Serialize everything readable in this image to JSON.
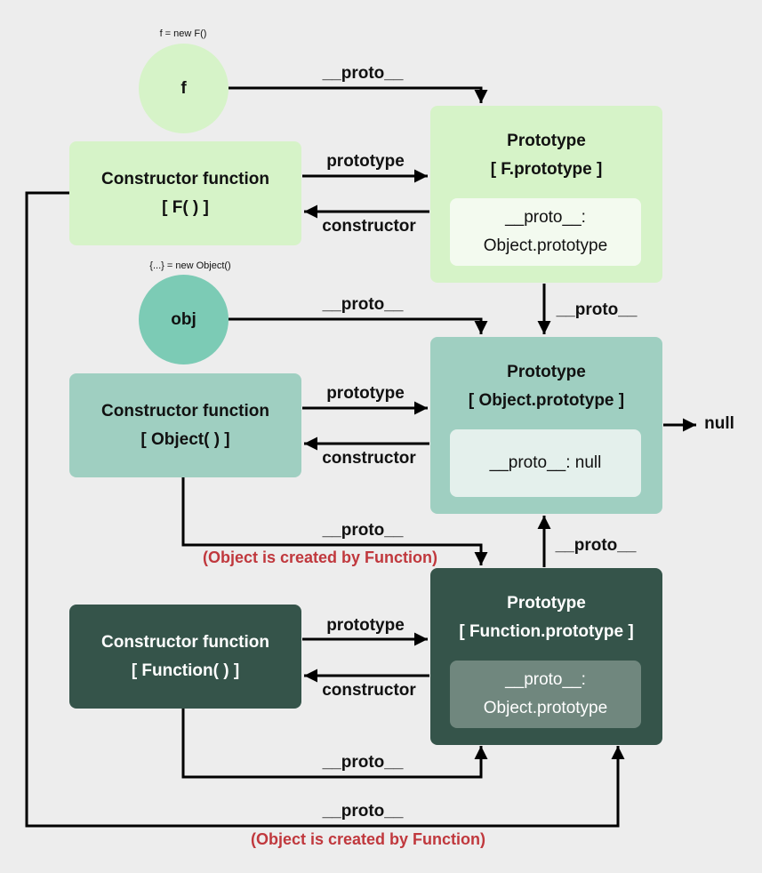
{
  "colors": {
    "background": "#ededed",
    "F_level": "#d6f3c8",
    "F_inner": "#f3faef",
    "object_level": "#9fcfc1",
    "object_circle": "#7ccbb5",
    "object_inner": "#e4f0ec",
    "function_level": "#35544a",
    "function_inner": "#70877e",
    "annotation_red": "#c0383d"
  },
  "f_section": {
    "caption": "f = new F()",
    "instance": "f",
    "constructor": {
      "line1": "Constructor function",
      "line2": "[ F( ) ]"
    },
    "prototype": {
      "line1": "Prototype",
      "line2": "[ F.prototype ]",
      "inner_line1": "__proto__:",
      "inner_line2": "Object.prototype"
    }
  },
  "object_section": {
    "caption": "{...} = new Object()",
    "instance": "obj",
    "constructor": {
      "line1": "Constructor function",
      "line2": "[ Object( ) ]"
    },
    "prototype": {
      "line1": "Prototype",
      "line2": "[ Object.prototype ]",
      "inner_line1": "__proto__: null"
    }
  },
  "function_section": {
    "constructor": {
      "line1": "Constructor function",
      "line2": "[ Function( ) ]"
    },
    "prototype": {
      "line1": "Prototype",
      "line2": "[ Function.prototype ]",
      "inner_line1": "__proto__:",
      "inner_line2": "Object.prototype"
    }
  },
  "edge_labels": {
    "proto": "__proto__",
    "prototype": "prototype",
    "constructor": "constructor",
    "null": "null"
  },
  "notes": {
    "object_created_by_function": "(Object is  created by  Function)"
  }
}
